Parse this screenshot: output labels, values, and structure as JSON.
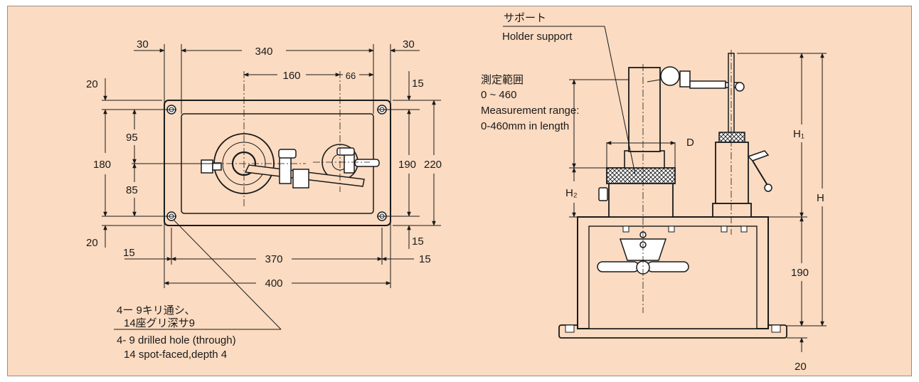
{
  "colors": {
    "background": "#fbdbc1",
    "line": "#1a1a1a",
    "frame": "#9a8f86"
  },
  "plan_view": {
    "dims": {
      "d30_left": "30",
      "d340": "340",
      "d30_right": "30",
      "d160": "160",
      "d66": "66",
      "d20_top": "20",
      "d15_top": "15",
      "d95": "95",
      "d180": "180",
      "d85": "85",
      "d190": "190",
      "d220": "220",
      "d20_bottom": "20",
      "d15_bottom": "15",
      "d15_left": "15",
      "d370": "370",
      "d15_right": "15",
      "d400": "400"
    },
    "hole_note": {
      "jp_line1": "4ー  9キリ通シ、",
      "jp_line2": "14座グリ深サ9",
      "en_line1": "4-  9 drilled hole (through)",
      "en_line2": "14 spot-faced,depth 4"
    }
  },
  "side_view": {
    "support_jp": "サポート",
    "support_en": "Holder support",
    "range_jp": "測定範囲",
    "range_value": "0 ~ 460",
    "range_en1": "Measurement range:",
    "range_en2": "0-460mm in length",
    "label_d": "D",
    "label_h2": "H₂",
    "label_h1": "H₁",
    "label_h": "H",
    "d190": "190",
    "d20": "20"
  }
}
